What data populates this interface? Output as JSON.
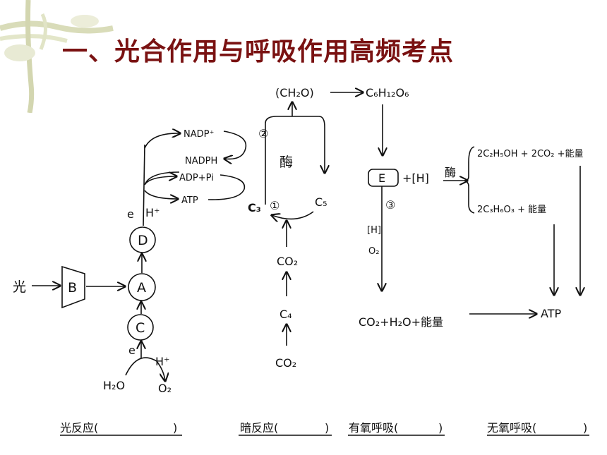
{
  "title": "一、光合作用与呼吸作用高频考点",
  "light_reaction": {
    "light": "光",
    "B": "B",
    "A": "A",
    "C": "C",
    "D": "D",
    "e_top": "e",
    "h_top": "H⁺",
    "e_bottom": "e",
    "h_bottom": "H⁺",
    "h2o": "H₂O",
    "o2": "O₂",
    "nadp": "NADP⁺",
    "nadph": "NADPH",
    "adp": "ADP+Pi",
    "atp": "ATP"
  },
  "dark_reaction": {
    "ch2o": "(CH₂O)",
    "glucose": "C₆H₁₂O₆",
    "step2": "②",
    "enzyme": "酶",
    "step1": "①",
    "c3": "C₃",
    "c5": "C₅",
    "co2_top": "CO₂",
    "c4": "C₄",
    "co2_bottom": "CO₂"
  },
  "respiration": {
    "E": "E",
    "plus_h": "+[H]",
    "enzyme": "酶",
    "product1": "2C₂H₅OH + 2CO₂ +能量",
    "product2": "2C₃H₆O₃ + 能量",
    "step3": "③",
    "h": "[H]",
    "o2": "O₂",
    "aerobic_products": "CO₂+H₂O+能量",
    "atp": "ATP"
  },
  "blanks": [
    {
      "label": "光反应(",
      "close": ")"
    },
    {
      "label": "暗反应(",
      "close": ")"
    },
    {
      "label": "有氧呼吸(",
      "close": ")"
    },
    {
      "label": "无氧呼吸(",
      "close": ")"
    }
  ]
}
